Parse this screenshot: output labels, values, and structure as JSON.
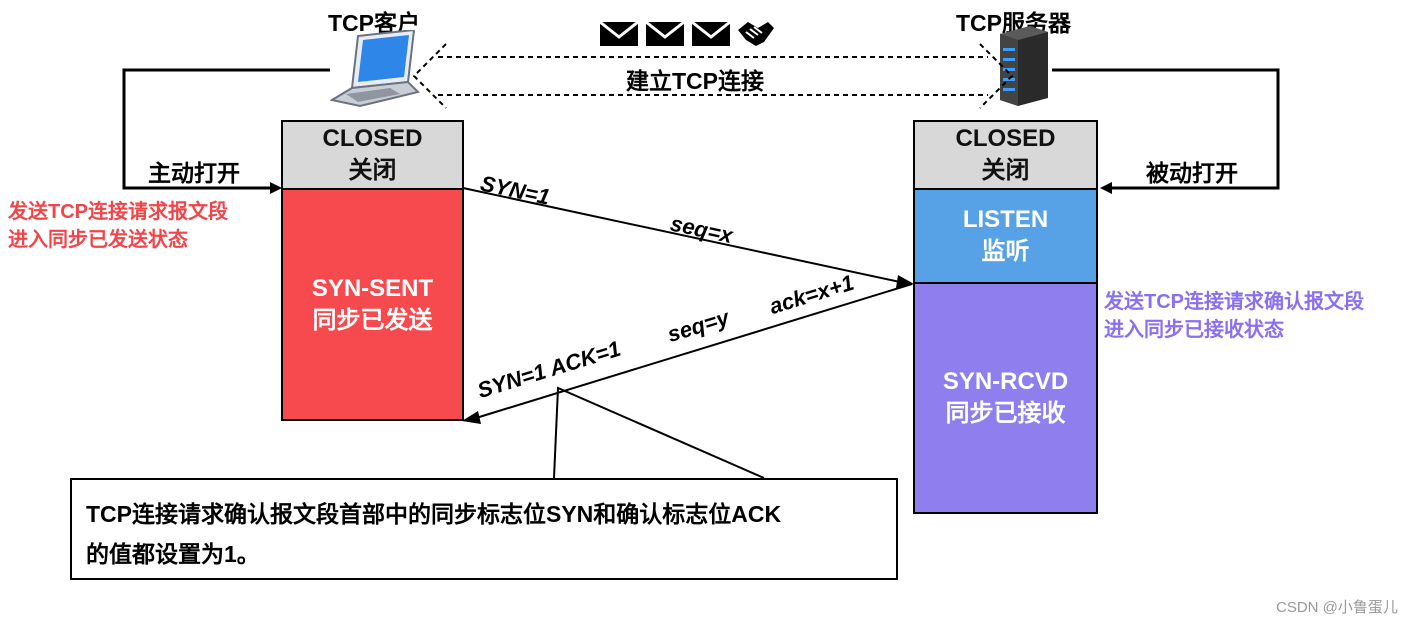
{
  "client": {
    "title": "TCP客户"
  },
  "server": {
    "title": "TCP服务器"
  },
  "connection": {
    "label": "建立TCP连接"
  },
  "client_side": {
    "open_label": "主动打开",
    "closed": {
      "en": "CLOSED",
      "zh": "关闭"
    },
    "syn_sent": {
      "en": "SYN-SENT",
      "zh": "同步已发送"
    },
    "note": [
      "发送TCP连接请求报文段",
      "进入同步已发送状态"
    ]
  },
  "server_side": {
    "open_label": "被动打开",
    "closed": {
      "en": "CLOSED",
      "zh": "关闭"
    },
    "listen": {
      "en": "LISTEN",
      "zh": "监听"
    },
    "syn_rcvd": {
      "en": "SYN-RCVD",
      "zh": "同步已接收"
    },
    "note": [
      "发送TCP连接请求确认报文段",
      "进入同步已接收状态"
    ]
  },
  "packet1": {
    "syn": "SYN=1",
    "seq": "seq=x"
  },
  "packet2": {
    "flags": "SYN=1  ACK=1",
    "seq": "seq=y",
    "ack": "ack=x+1"
  },
  "callout": {
    "line1": "TCP连接请求确认报文段首部中的同步标志位SYN和确认标志位ACK",
    "line2": "的值都设置为1。"
  },
  "watermark": "CSDN @小鲁蛋儿",
  "colors": {
    "syn_sent": "#f64a4f",
    "listen": "#57a2e7",
    "syn_rcvd": "#8e7eee",
    "closed": "#d8d8d8",
    "red_text": "#f2454a",
    "purple_text": "#8a6ff0"
  },
  "icons": [
    "laptop-icon",
    "server-icon",
    "envelope-icon",
    "handshake-icon"
  ]
}
